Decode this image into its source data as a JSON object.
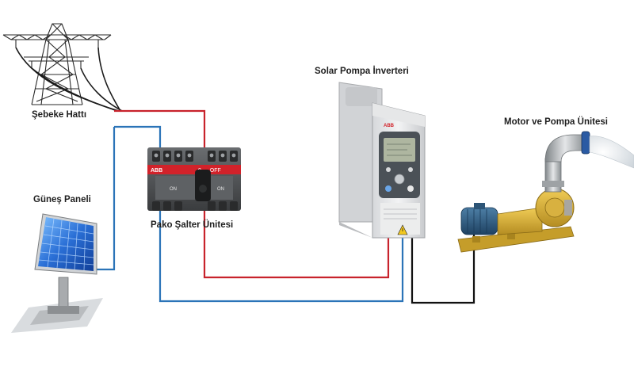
{
  "labels": {
    "grid_line": "Şebeke Hattı",
    "solar_panel": "Güneş Paneli",
    "changeover_switch": "Pako Şalter Ünitesi",
    "inverter": "Solar Pompa İnverteri",
    "motor_pump": "Motor ve Pompa Ünitesi"
  },
  "devices": {
    "switch_brand": "ABB",
    "switch_off_mark": "0 → OFF",
    "switch_on_left": "ON",
    "switch_on_right": "ON",
    "inverter_brand": "ABB"
  },
  "colors": {
    "wire_red": "#c8232c",
    "wire_blue": "#2b74b8",
    "wire_black": "#111111",
    "pump_yellow": "#d9b23a",
    "motor_blue": "#2f5f86",
    "panel_blue": "#2a6fd6"
  }
}
